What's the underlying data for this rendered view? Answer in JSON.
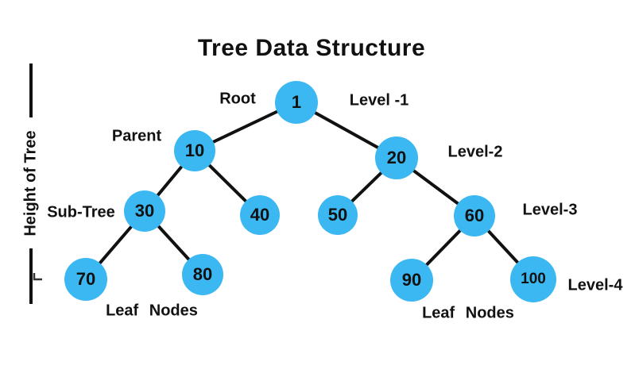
{
  "title": "Tree Data Structure",
  "colors": {
    "node_fill": "#3BB7F2",
    "edge": "#111111",
    "text": "#111111",
    "background": "#FFFFFF"
  },
  "axis": {
    "label": "Height of Tree"
  },
  "tree": {
    "nodes": {
      "n1": "1",
      "n10": "10",
      "n20": "20",
      "n30": "30",
      "n40": "40",
      "n50": "50",
      "n60": "60",
      "n70": "70",
      "n80": "80",
      "n90": "90",
      "n100": "100"
    },
    "edges": [
      [
        "1",
        "10"
      ],
      [
        "1",
        "20"
      ],
      [
        "10",
        "30"
      ],
      [
        "10",
        "40"
      ],
      [
        "30",
        "70"
      ],
      [
        "30",
        "80"
      ],
      [
        "20",
        "50"
      ],
      [
        "20",
        "60"
      ],
      [
        "60",
        "90"
      ],
      [
        "60",
        "100"
      ]
    ]
  },
  "annotations": {
    "root": "Root",
    "level1": "Level -1",
    "parent": "Parent",
    "level2": "Level-2",
    "subtree": "Sub-Tree",
    "level3": "Level-3",
    "level4": "Level-4",
    "leaf_left": "Leaf Nodes",
    "leaf_right": "Leaf Nodes"
  }
}
